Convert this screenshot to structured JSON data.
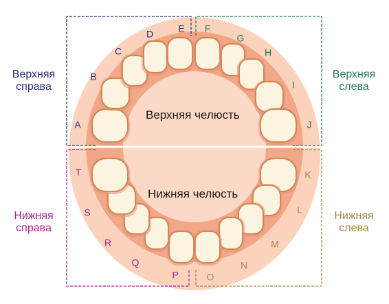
{
  "quadrants": {
    "upper_right": {
      "line1": "Верхняя",
      "line2": "справа",
      "color": "#2b2f7c"
    },
    "upper_left": {
      "line1": "Верхняя",
      "line2": "слева",
      "color": "#2a7a58"
    },
    "lower_right": {
      "line1": "Нижняя",
      "line2": "справа",
      "color": "#a3288e"
    },
    "lower_left": {
      "line1": "Нижняя",
      "line2": "слева",
      "color": "#a8884d"
    }
  },
  "jaws": {
    "upper": "Верхняя челюсть",
    "lower": "Нижняя челюсть"
  },
  "teeth": {
    "upper_right": [
      "A",
      "B",
      "C",
      "D",
      "E"
    ],
    "upper_left": [
      "F",
      "G",
      "H",
      "I",
      "J"
    ],
    "lower_left": [
      "K",
      "L",
      "M",
      "N",
      "O"
    ],
    "lower_right": [
      "P",
      "Q",
      "R",
      "S",
      "T"
    ]
  },
  "colors": {
    "outer_face": "#fbd3bd",
    "gum": "#f2a887",
    "inner": "#fbd9c6",
    "tooth_fill": "#fbf4e0",
    "tooth_stroke": "#cd8a55"
  }
}
